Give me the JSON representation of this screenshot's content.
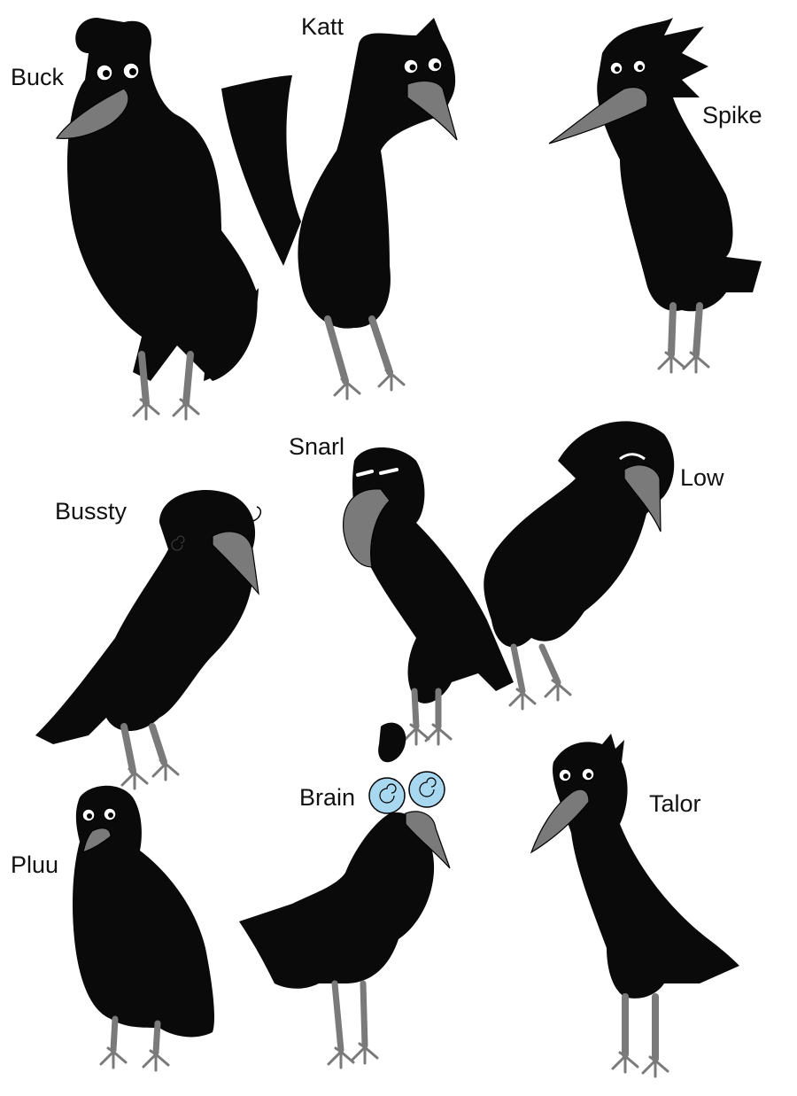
{
  "colors": {
    "body": "#0a0a0a",
    "beak_legs": "#7a7a7a",
    "eye_white": "#ffffff",
    "pupil": "#000000",
    "brain_accent": "#a8d8f0"
  },
  "characters": [
    {
      "name": "Buck"
    },
    {
      "name": "Katt"
    },
    {
      "name": "Spike"
    },
    {
      "name": "Bussty"
    },
    {
      "name": "Snarl"
    },
    {
      "name": "Low"
    },
    {
      "name": "Brain"
    },
    {
      "name": "Talor"
    },
    {
      "name": "Pluu"
    }
  ]
}
